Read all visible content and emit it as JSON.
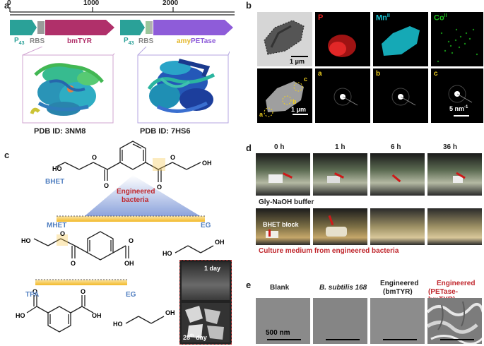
{
  "panel_a": {
    "label": "a",
    "ruler_ticks": [
      "0",
      "1000",
      "2000"
    ],
    "gene1": {
      "promoter": "P",
      "promoter_sub": "43",
      "rbs": "RBS",
      "gene": "bmTYR",
      "pdb": "PDB ID: 3NM8"
    },
    "gene2": {
      "promoter": "P",
      "promoter_sub": "43",
      "rbs": "RBS",
      "gene_prefix": "amy",
      "gene": "PETase",
      "pdb": "PDB ID: 7HS6"
    },
    "colors": {
      "promoter": "#2aa198",
      "bmtyr": "#b0306a",
      "petase": "#8e5cd9",
      "rbs": "#888888"
    }
  },
  "panel_b": {
    "label": "b",
    "channels": [
      {
        "name": "P",
        "sup": "",
        "color": "#e02020"
      },
      {
        "name": "Mn",
        "sup": "II",
        "color": "#19c7d6"
      },
      {
        "name": "Co",
        "sup": "II",
        "color": "#1ec31e"
      }
    ],
    "scale_1": "1 μm",
    "scale_2": "1 μm",
    "scale_saed": "5 nm",
    "scale_saed_sup": "-1",
    "saed_labels": [
      "a",
      "b",
      "c"
    ],
    "region_labels": [
      "a",
      "b",
      "c"
    ]
  },
  "panel_c": {
    "label": "c",
    "bhet": "BHET",
    "engineered": "Engineered",
    "bacteria": "bacteria",
    "mhet": "MHET",
    "eg1": "EG",
    "tpa": "TPA",
    "eg2": "EG",
    "day1": "1 day",
    "day28_prefix": "28",
    "day28_sup": "th",
    "day28_suffix": " day"
  },
  "panel_d": {
    "label": "d",
    "times": [
      "0 h",
      "1 h",
      "6 h",
      "36 h"
    ],
    "buffer_label": "Gly-NaOH buffer",
    "block_label": "BHET block",
    "medium_label": "Culture medium from engineered bacteria"
  },
  "panel_e": {
    "label": "e",
    "samples": [
      {
        "line1": "Blank",
        "line2": "",
        "italic": false,
        "red": false
      },
      {
        "line1": "B. subtilis 168",
        "line2": "",
        "italic": true,
        "red": false
      },
      {
        "line1": "Engineered",
        "line2": "(bmTYR)",
        "italic": false,
        "red": false
      },
      {
        "line1": "Engineered",
        "line2": "(PETase-bmTYR)",
        "italic": false,
        "red": true
      }
    ],
    "scale": "500 nm"
  }
}
